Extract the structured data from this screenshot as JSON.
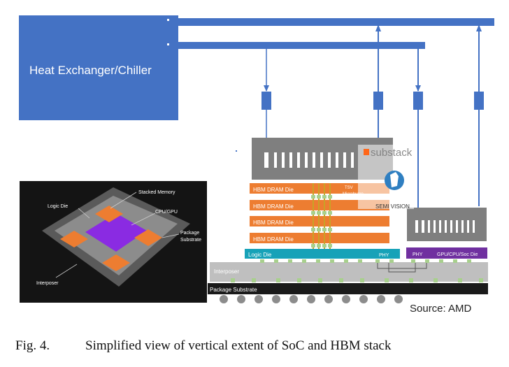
{
  "figure": {
    "caption_label": "Fig. 4.",
    "caption_text": "Simplified view of vertical extent of SoC and HBM stack",
    "source": "Source: AMD"
  },
  "chiller": {
    "label": "Heat Exchanger/Chiller"
  },
  "inset": {
    "labels": {
      "stacked_memory": "Stacked Memory",
      "logic_die": "Logic Die",
      "cpu_gpu": "CPU/GPU",
      "package_substrate": "Package Substrate",
      "interposer": "Interposer"
    }
  },
  "stack": {
    "hbm_layers": [
      "HBM DRAM Die",
      "HBM DRAM Die",
      "HBM DRAM Die",
      "HBM DRAM Die"
    ],
    "logic_die": "Logic Die",
    "phy_left": "PHY",
    "phy_right": "PHY",
    "soc_die": "GPU/CPU/Soc Die",
    "interposer": "Interposer",
    "package_substrate": "Package Substrate",
    "tsv_label": "TSV",
    "microbump_label": "Microbump"
  },
  "watermark": {
    "brand": "substack",
    "sub": "SEMI VISION"
  },
  "colors": {
    "chiller_blue": "#4472c4",
    "hbm_orange": "#ed7d31",
    "logic_teal": "#17a2b8",
    "soc_purple": "#7030a0",
    "inset_purple": "#8a2be2"
  }
}
